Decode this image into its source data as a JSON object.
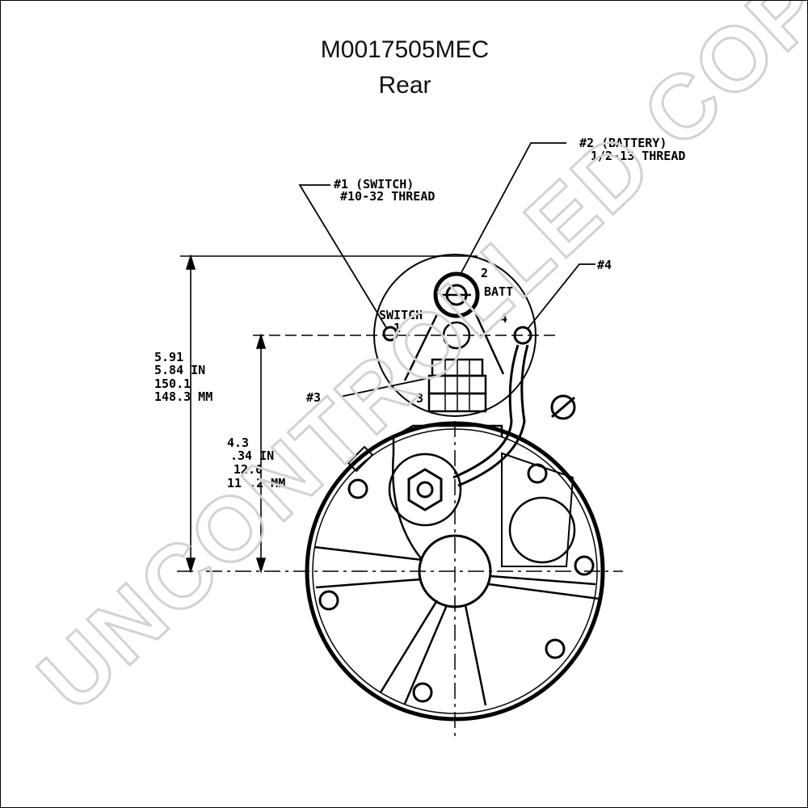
{
  "header": {
    "part_number": "M0017505MEC",
    "view": "Rear"
  },
  "callouts": {
    "terminal_1": "#1 (SWITCH)",
    "terminal_1_thread": "#10-32 THREAD",
    "terminal_2": "#2 (BATTERY)",
    "terminal_2_thread": "1/2-13 THREAD",
    "terminal_3": "#3",
    "terminal_4": "#4"
  },
  "terminal_labels": {
    "n1": "1",
    "n2": "2",
    "n3": "3",
    "n4": "4",
    "batt": "BATT",
    "switch": "SWITCH"
  },
  "dimension_overall": [
    "5.91",
    "5.84 IN",
    "150.1",
    "148.3 MM"
  ],
  "dimension_lower": [
    "4.3",
    ".34 IN",
    "12.0",
    "11 .2 MM"
  ],
  "watermark": "UNCONTROLLED COPY"
}
